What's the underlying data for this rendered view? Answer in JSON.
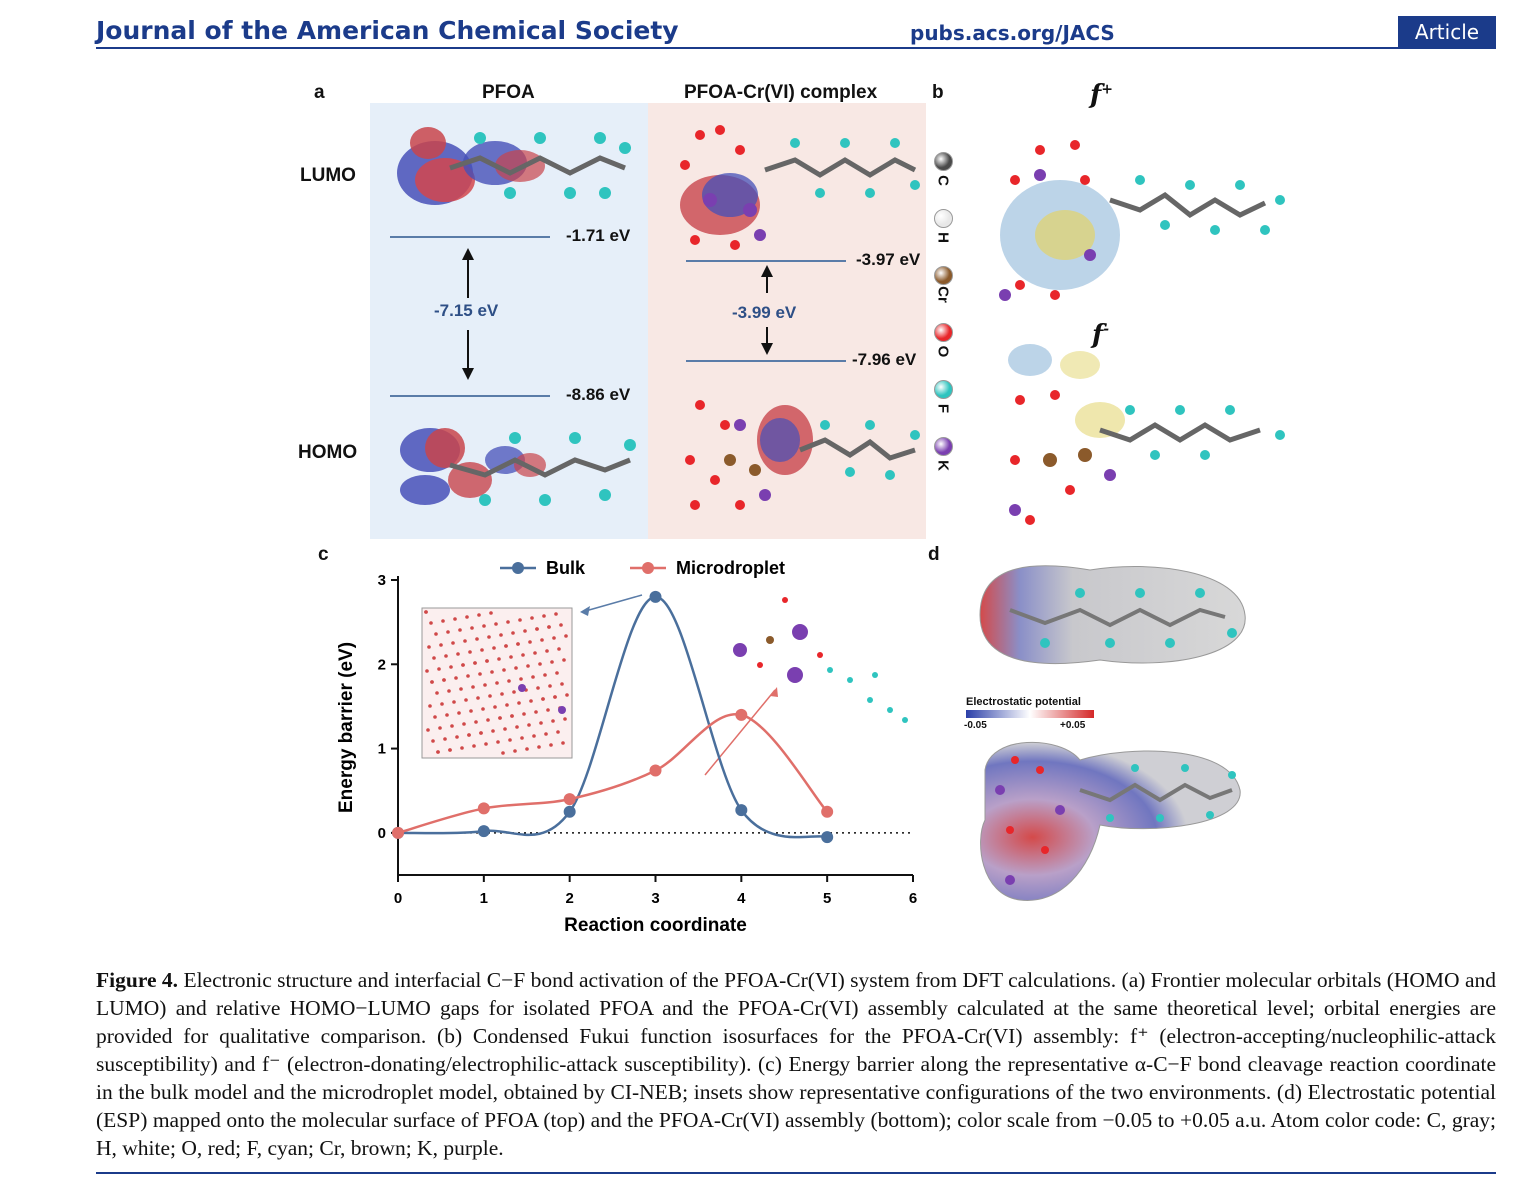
{
  "header": {
    "journal": "Journal of the American Chemical Society",
    "url": "pubs.acs.org/JACS",
    "badge": "Article"
  },
  "panel_a": {
    "letter": "a",
    "col1": "PFOA",
    "col2": "PFOA-Cr(VI) complex",
    "row_lumo": "LUMO",
    "row_homo": "HOMO",
    "pfoa_lumo": "-1.71 eV",
    "pfoa_gap": "-7.15 eV",
    "pfoa_homo": "-8.86 eV",
    "complex_lumo": "-3.97 eV",
    "complex_gap": "-3.99 eV",
    "complex_homo": "-7.96 eV"
  },
  "panel_b": {
    "letter": "b",
    "fplus": "f",
    "fplus_sup": "+",
    "fminus": "f",
    "fminus_sup": "-",
    "atoms": [
      {
        "symbol": "C",
        "color": "#4a4a4a"
      },
      {
        "symbol": "H",
        "color": "#e8e8e8"
      },
      {
        "symbol": "Cr",
        "color": "#8b5a2b"
      },
      {
        "symbol": "O",
        "color": "#e8262a"
      },
      {
        "symbol": "F",
        "color": "#2fc4bf"
      },
      {
        "symbol": "K",
        "color": "#7a3fb0"
      }
    ]
  },
  "panel_d": {
    "letter": "d",
    "scale_title": "Electrostatic potential",
    "scale_min": "-0.05",
    "scale_max": "+0.05"
  },
  "chart_data": {
    "type": "line",
    "panel_letter": "c",
    "xlabel": "Reaction coordinate",
    "ylabel": "Energy barrier (eV)",
    "xlim": [
      0,
      6
    ],
    "ylim": [
      -0.5,
      3
    ],
    "xticks": [
      0,
      1,
      2,
      3,
      4,
      5,
      6
    ],
    "yticks": [
      0,
      1,
      2,
      3
    ],
    "legend": "top",
    "reference_line": 0,
    "series": [
      {
        "name": "Bulk",
        "color": "#4a6f9c",
        "x": [
          0,
          1,
          2,
          3,
          4,
          5
        ],
        "y": [
          0,
          0.02,
          0.25,
          2.8,
          0.27,
          -0.05
        ]
      },
      {
        "name": "Microdroplet",
        "color": "#e06f6a",
        "x": [
          0,
          1,
          2,
          3,
          4,
          5
        ],
        "y": [
          0,
          0.29,
          0.4,
          0.74,
          1.4,
          0.25
        ]
      }
    ]
  },
  "caption": {
    "label": "Figure 4.",
    "text": " Electronic structure and interfacial C−F bond activation of the PFOA-Cr(VI) system from DFT calculations. (a) Frontier molecular orbitals (HOMO and LUMO) and relative HOMO−LUMO gaps for isolated PFOA and the PFOA-Cr(VI) assembly calculated at the same theoretical level; orbital energies are provided for qualitative comparison. (b) Condensed Fukui function isosurfaces for the PFOA-Cr(VI) assembly: f⁺ (electron-accepting/nucleophilic-attack susceptibility) and f⁻ (electron-donating/electrophilic-attack susceptibility). (c) Energy barrier along the representative α-C−F bond cleavage reaction coordinate in the bulk model and the microdroplet model, obtained by CI-NEB; insets show representative configurations of the two environments. (d) Electrostatic potential (ESP) mapped onto the molecular surface of PFOA (top) and the PFOA-Cr(VI) assembly (bottom); color scale from −0.05 to +0.05 a.u. Atom color code: C, gray; H, white; O, red; F, cyan; Cr, brown; K, purple."
  }
}
